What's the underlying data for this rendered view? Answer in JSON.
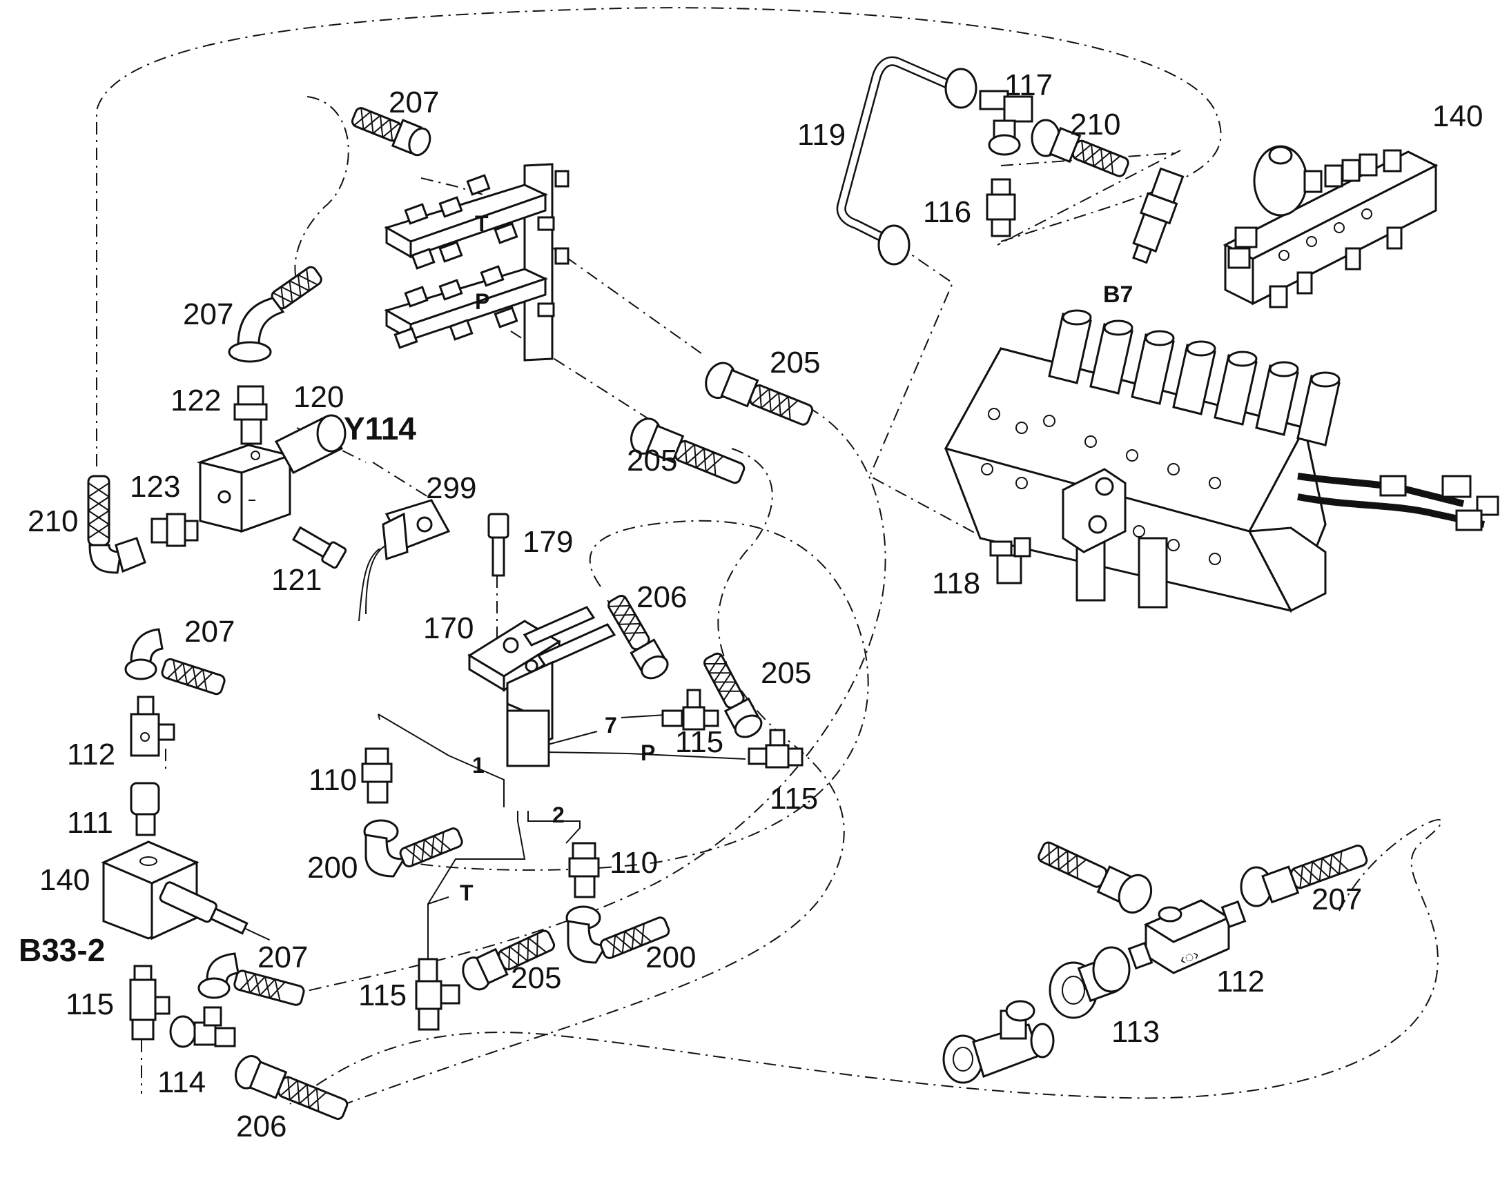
{
  "labels": {
    "l207_top": "207",
    "l207_elbow": "207",
    "l122": "122",
    "l120": "120",
    "ly114": "Y114",
    "l123": "123",
    "l210_left": "210",
    "l121": "121",
    "l299": "299",
    "l179": "179",
    "l205_a": "205",
    "l205_b": "205",
    "l119": "119",
    "l117": "117",
    "l210_right": "210",
    "l116": "116",
    "lb7": "B7",
    "l140_right": "140",
    "l118": "118",
    "l207_mid": "207",
    "l112_left": "112",
    "l111": "111",
    "l140_left": "140",
    "lb33": "B33-2",
    "l115_left": "115",
    "l114": "114",
    "l206_bottom": "206",
    "l207_bottom": "207",
    "l170": "170",
    "l206_mid": "206",
    "l205_c": "205",
    "l115_a": "115",
    "l115_b": "115",
    "l110_a": "110",
    "l200_a": "200",
    "l110_b": "110",
    "l200_b": "200",
    "l205_d": "205",
    "l115_c": "115",
    "l207_right": "207",
    "l112_right": "112",
    "l113": "113"
  },
  "ports": {
    "t_manifold": "T",
    "p_manifold": "P",
    "p7": "7",
    "pP": "P",
    "p1": "1",
    "p2": "2",
    "pT": "T"
  }
}
